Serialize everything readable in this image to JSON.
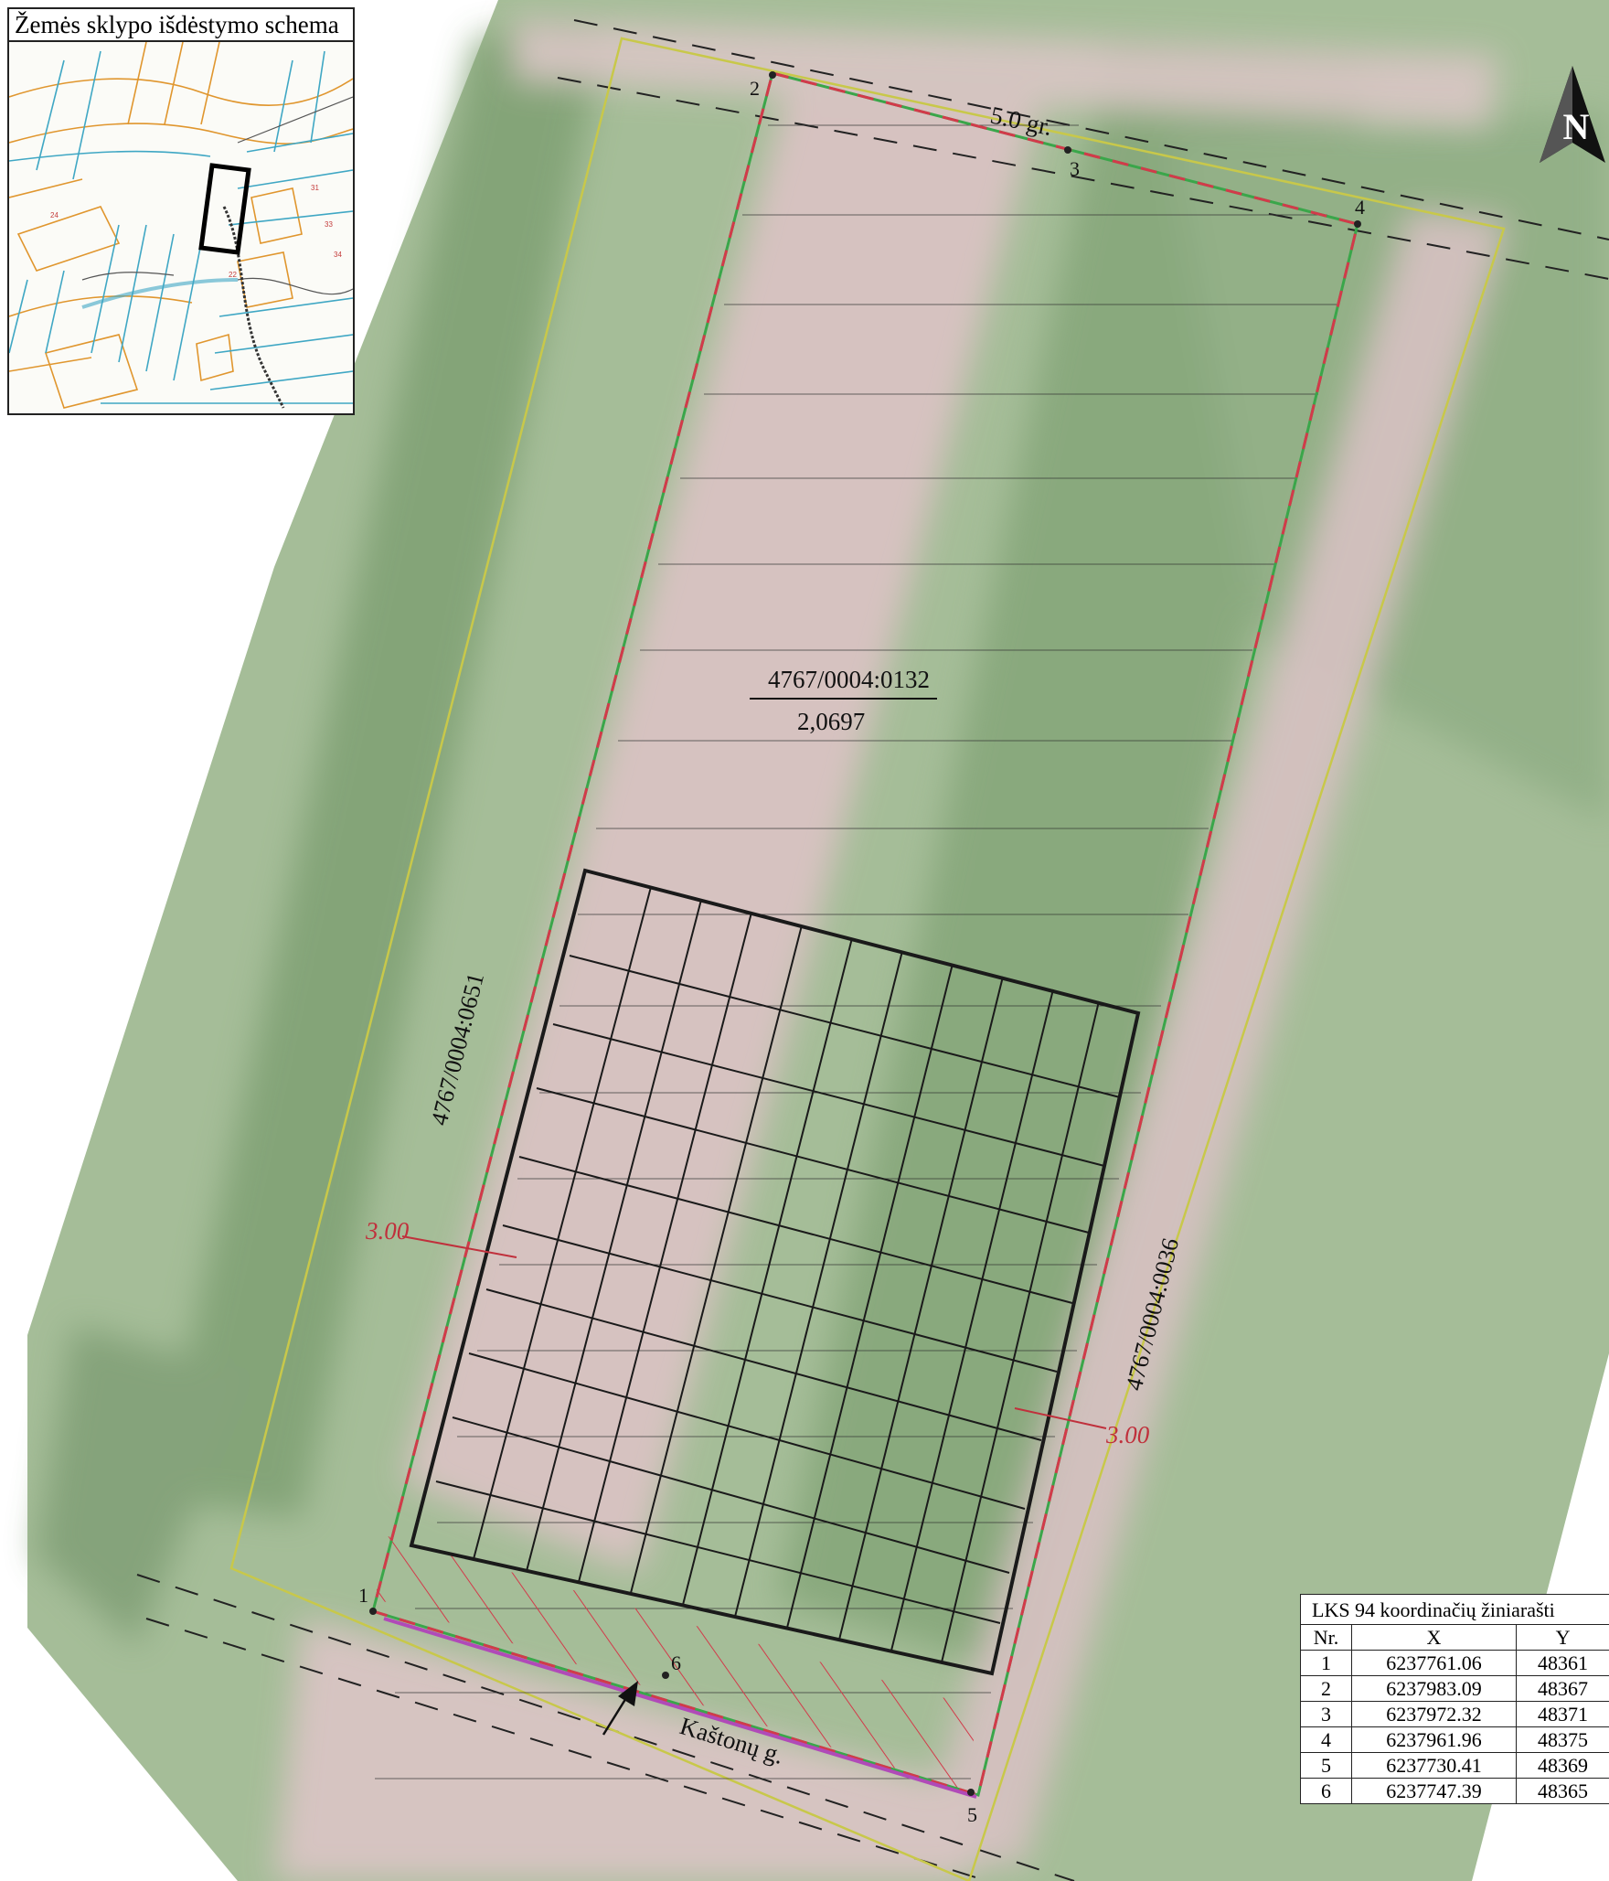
{
  "inset": {
    "title": "Žemės sklypo išdėstymo schema"
  },
  "parcel": {
    "id": "4767/0004:0132",
    "area": "2,0697"
  },
  "neighbors": {
    "west": "4767/0004:0651",
    "east": "4767/0004:0036"
  },
  "street": "Kaštonų g.",
  "road_width_label": "5.0 gr.",
  "setbacks": {
    "left": "3.00",
    "right": "3.00"
  },
  "points": [
    "1",
    "2",
    "3",
    "4",
    "5",
    "6"
  ],
  "inset_labels": [
    "24",
    "22",
    "31",
    "33",
    "34"
  ],
  "north_arrow": {
    "letter": "N",
    "icon": "north-arrow-icon"
  },
  "coord_table": {
    "caption": "LKS 94 koordinačių žiniarašti",
    "headers": {
      "nr": "Nr.",
      "x": "X",
      "y": "Y"
    },
    "rows": [
      {
        "nr": "1",
        "x": "6237761.06",
        "y": "48361"
      },
      {
        "nr": "2",
        "x": "6237983.09",
        "y": "48367"
      },
      {
        "nr": "3",
        "x": "6237972.32",
        "y": "48371"
      },
      {
        "nr": "4",
        "x": "6237961.96",
        "y": "48375"
      },
      {
        "nr": "5",
        "x": "6237730.41",
        "y": "48369"
      },
      {
        "nr": "6",
        "x": "6237747.39",
        "y": "48365"
      }
    ]
  },
  "colors": {
    "vegetation": "#8fae86",
    "bare_soil": "#d9c4c6",
    "parcel_boundary_red": "#d23a4a",
    "parcel_boundary_green": "#3aa64a",
    "neighbor_boundary": "#c8c84a",
    "setback_label": "#c0303c",
    "street_line": "#b04ab8",
    "solar_grid": "#1a1a1a"
  }
}
